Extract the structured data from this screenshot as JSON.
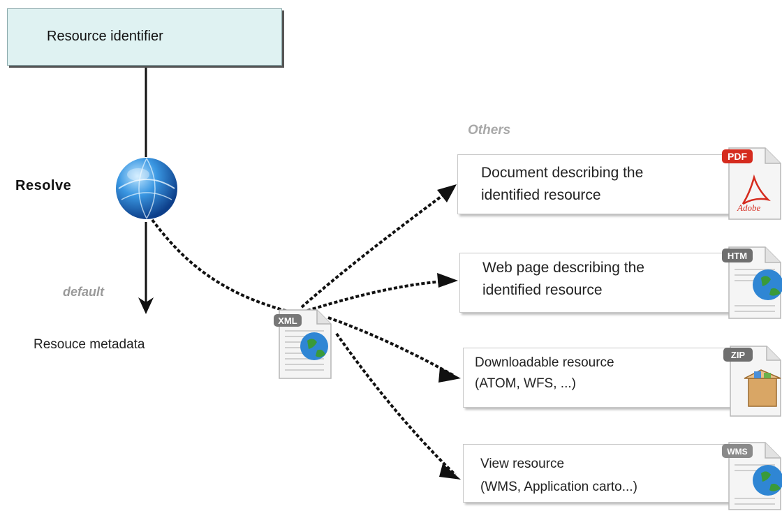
{
  "resource_identifier": {
    "label": "Resource identifier"
  },
  "resolve": {
    "label": "Resolve"
  },
  "default_path": {
    "label": "default",
    "target": "Resouce metadata"
  },
  "others": {
    "label": "Others"
  },
  "xml_file": {
    "badge": "XML"
  },
  "targets": [
    {
      "lines": [
        "Document describing the",
        "identified resource"
      ],
      "badge": "PDF",
      "badge_color": "#d52b1e",
      "icon": "pdf-adobe-icon",
      "logo_text": "Adobe"
    },
    {
      "lines": [
        "Web page describing the",
        "identified resource"
      ],
      "badge": "HTM",
      "badge_color": "#6f6f6f",
      "icon": "html-globe-icon"
    },
    {
      "lines": [
        "Downloadable resource",
        "(ATOM, WFS, ...)"
      ],
      "badge": "ZIP",
      "badge_color": "#6f6f6f",
      "icon": "zip-archive-icon"
    },
    {
      "lines": [
        "View resource",
        "(WMS, Application carto...)"
      ],
      "badge": "WMS",
      "badge_color": "#7a7a7a",
      "icon": "wms-globe-icon"
    }
  ],
  "colors": {
    "id_box_fill": "#dff2f2",
    "globe_blue": "#2f86d4",
    "arrow": "#111111",
    "muted_label": "#9a9a9a"
  }
}
